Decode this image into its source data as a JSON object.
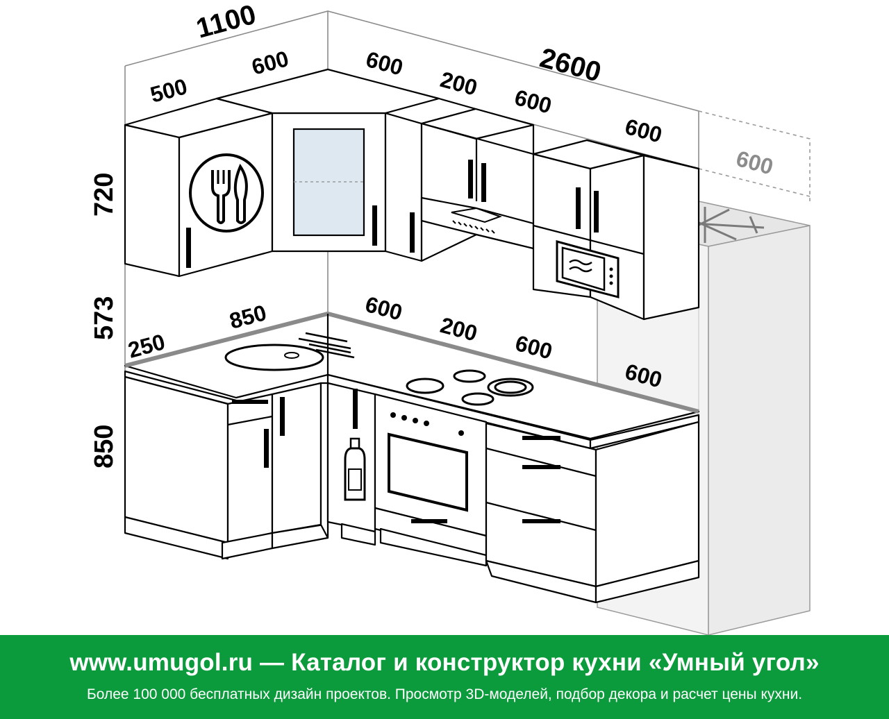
{
  "dimensions": {
    "wall_left_total": "1100",
    "wall_right_total": "2600",
    "upper_left": [
      "500",
      "600"
    ],
    "upper_right": [
      "600",
      "200",
      "600",
      "600"
    ],
    "fridge_top": "600",
    "height_upper": "720",
    "height_gap": "573",
    "height_lower": "850",
    "counter_left": [
      "250",
      "850"
    ],
    "counter_right": [
      "600",
      "200",
      "600",
      "600"
    ]
  },
  "icons": {
    "cutlery": "fork-knife-icon",
    "hood": "range-hood-icon",
    "microwave": "microwave-icon",
    "sink": "sink-icon",
    "cooktop": "cooktop-icon",
    "oven": "oven-icon",
    "bottle": "bottle-icon",
    "fridge": "snowflake-icon"
  },
  "colors": {
    "banner": "#0c9b3c",
    "banner_text": "#ffffff",
    "ghost_dimension": "#8c8c8c"
  },
  "banner": {
    "title": "www.umugol.ru  —  Каталог и конструктор кухни «Умный угол»",
    "subtitle": "Более 100 000 бесплатных дизайн проектов. Просмотр 3D-моделей, подбор декора и расчет цены кухни."
  }
}
